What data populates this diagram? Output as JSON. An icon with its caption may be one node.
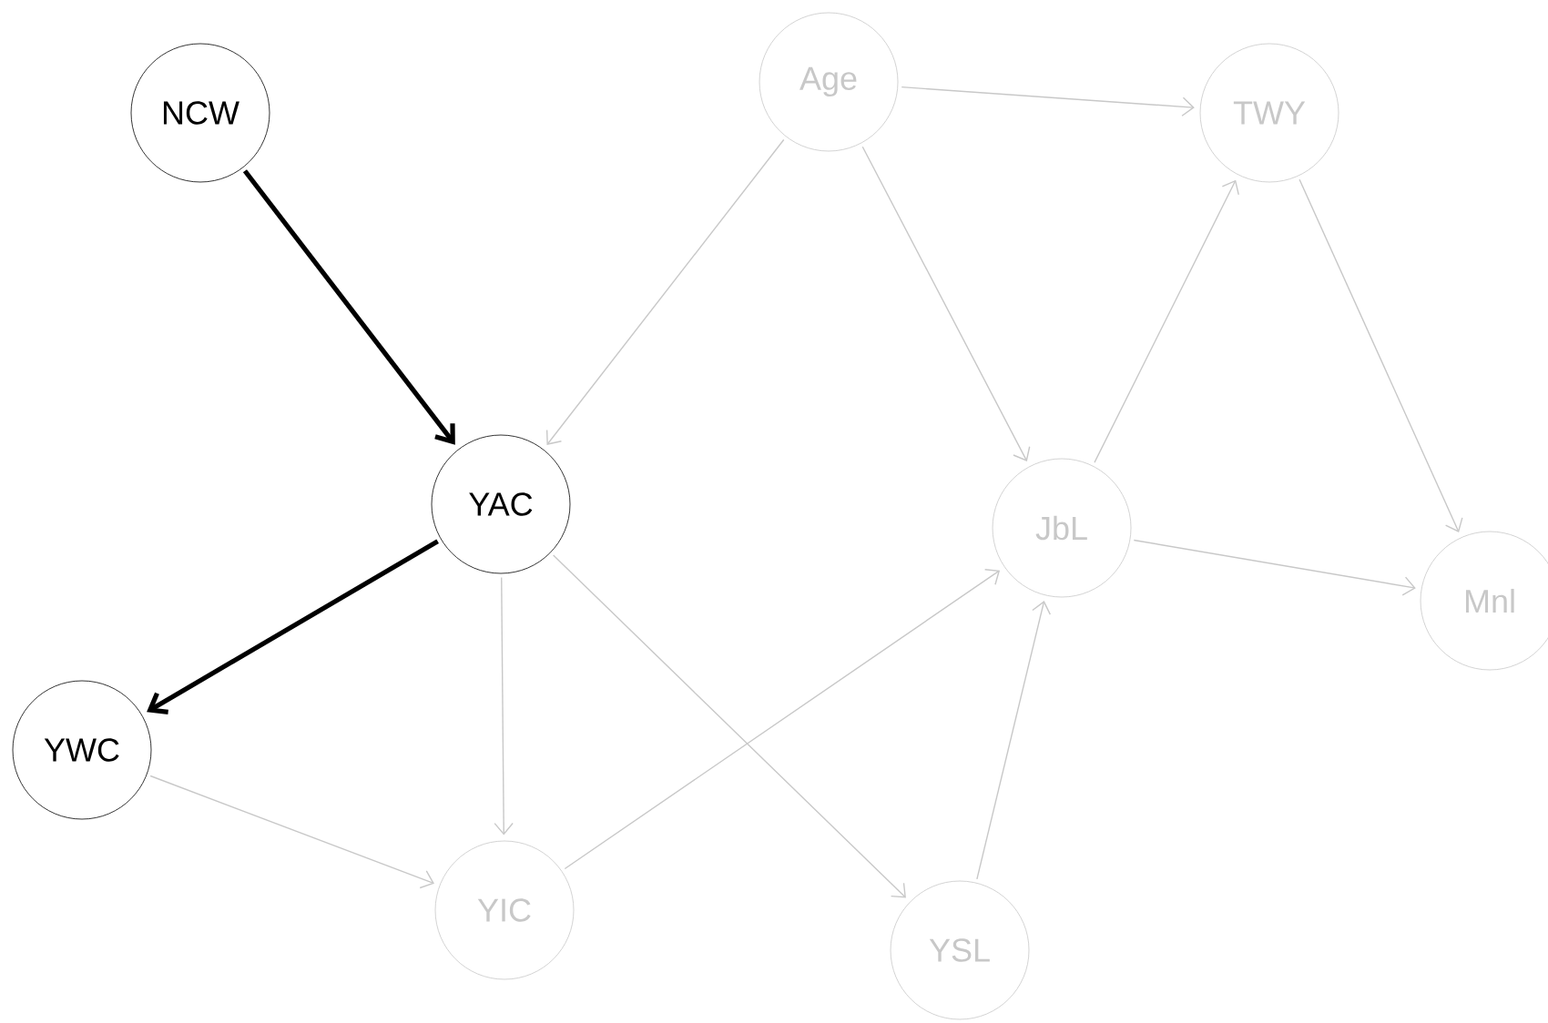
{
  "diagram": {
    "nodes": [
      {
        "text": [
          "NCW"
        ]
      },
      {
        "text": [
          "Age"
        ]
      },
      {
        "text": [
          "TWY"
        ]
      },
      {
        "text": [
          "YAC"
        ]
      },
      {
        "text": [
          "JbL"
        ]
      },
      {
        "text": [
          "Mnl"
        ]
      },
      {
        "text": [
          "YWC"
        ]
      },
      {
        "text": [
          "YIC"
        ]
      },
      {
        "text": [
          "YSL"
        ]
      }
    ],
    "edges": [
      {
        "from": 0,
        "to": 3,
        "arrow": "to",
        "style": "thick",
        "color": "#000000"
      },
      {
        "from": 1,
        "to": 2,
        "arrow": "to"
      },
      {
        "from": 1,
        "to": 3,
        "arrow": "to"
      },
      {
        "from": 1,
        "to": 4,
        "arrow": "to"
      },
      {
        "from": 2,
        "to": 5,
        "arrow": "to"
      },
      {
        "from": 3,
        "to": 6,
        "arrow": "to",
        "style": "thick",
        "color": "#000000"
      },
      {
        "from": 3,
        "to": 7,
        "arrow": "to"
      },
      {
        "from": 3,
        "to": 8,
        "arrow": "to"
      },
      {
        "from": 4,
        "to": 2,
        "arrow": "to"
      },
      {
        "from": 4,
        "to": 5,
        "arrow": "to"
      },
      {
        "from": 6,
        "to": 7,
        "arrow": "to"
      },
      {
        "from": 7,
        "to": 4,
        "arrow": "to"
      },
      {
        "from": 8,
        "to": 4,
        "arrow": "to"
      }
    ]
  }
}
